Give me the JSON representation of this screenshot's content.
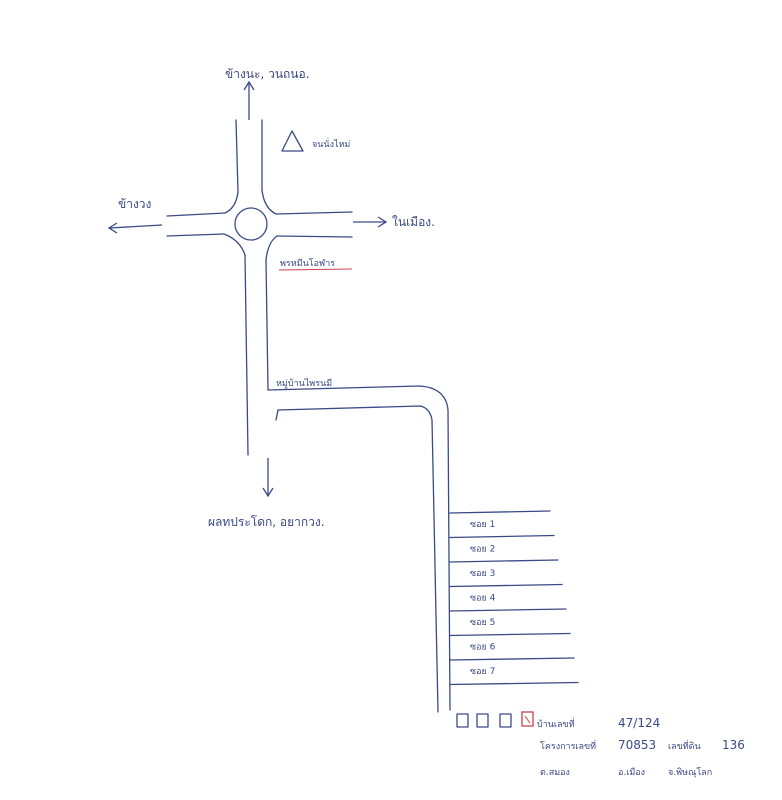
{
  "labels": {
    "north": "ข้างนะ, วนถนอ.",
    "landmark": "จนนั่งไหม่",
    "west": "ข้างวง",
    "east": "ในเมือง.",
    "roundabout_road": "พรหมีนโอฬาร",
    "road_bend": "หมู่บ้านไพรนมี",
    "south": "ผลทประโดก, อยากวง."
  },
  "sois": [
    "ซอย 1",
    "ซอย 2",
    "ซอย 3",
    "ซอย 4",
    "ซอย 5",
    "ซอย 6",
    "ซอย 7"
  ],
  "address": {
    "house_label": "บ้านเลขที่",
    "house_value": "47/124",
    "project_label": "โครงการเลขที่",
    "project_value": "70853",
    "plot_label": "เลขที่ดิน",
    "plot_value": "136",
    "subdistrict": "ต.สมอง",
    "district": "อ.เมือง",
    "province": "จ.พิษณุโลก"
  },
  "colors": {
    "ink": "#3a4a86",
    "underline": "#d04050",
    "highlight_house": "#d04050"
  }
}
